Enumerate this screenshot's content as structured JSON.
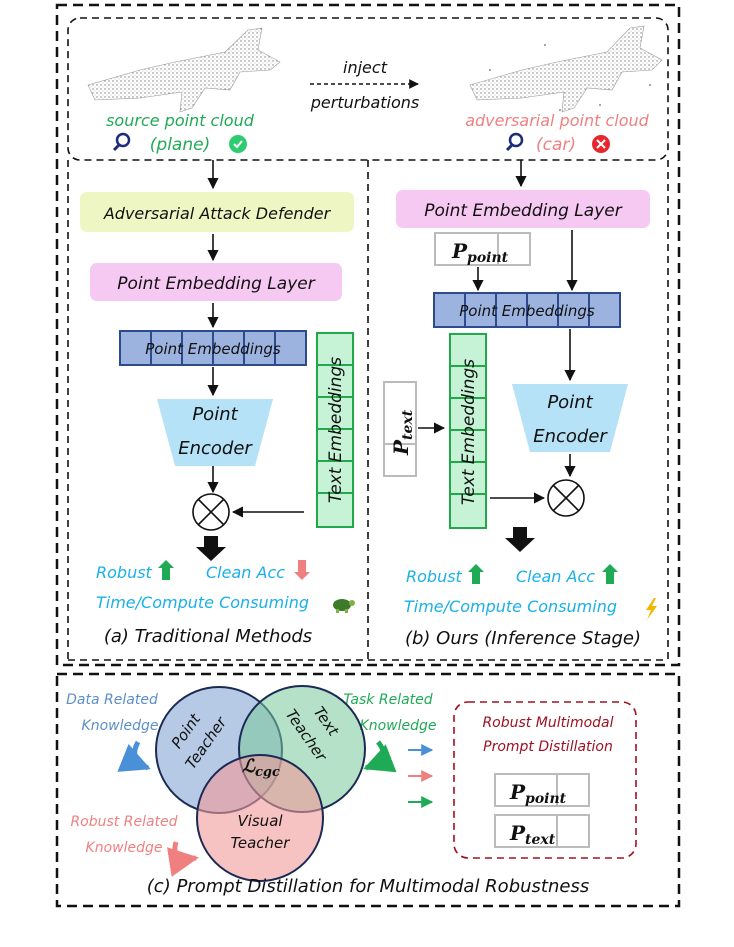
{
  "top": {
    "source_label": "source point cloud",
    "source_class": "(plane)",
    "inject_line1": "inject",
    "inject_line2": "perturbations",
    "adversarial_label": "adversarial point cloud",
    "adversarial_class": "(car)"
  },
  "left": {
    "defender": "Adversarial Attack Defender",
    "embedding_layer": "Point Embedding Layer",
    "point_embeddings": "Point Embeddings",
    "encoder_line1": "Point",
    "encoder_line2": "Encoder",
    "text_embeddings": "Text Embeddings",
    "robust": "Robust",
    "clean_acc": "Clean Acc",
    "time_compute": "Time/Compute Consuming",
    "caption": "(a) Traditional Methods"
  },
  "right": {
    "embedding_layer": "Point Embedding Layer",
    "p_point_main": "P",
    "p_point_sub": "point",
    "point_embeddings": "Point Embeddings",
    "p_text_main": "P",
    "p_text_sub": "text",
    "text_embeddings": "Text Embeddings",
    "encoder_line1": "Point",
    "encoder_line2": "Encoder",
    "robust": "Robust",
    "clean_acc": "Clean Acc",
    "time_compute": "Time/Compute Consuming",
    "caption": "(b) Ours (Inference Stage)"
  },
  "bottom": {
    "data_line1": "Data Related",
    "data_line2": "Knowledge",
    "task_line1": "Task Related",
    "task_line2": "Knowledge",
    "robust_line1": "Robust Related",
    "robust_line2": "Knowledge",
    "point_teacher_line1": "Point",
    "point_teacher_line2": "Teacher",
    "text_teacher_line1": "Text",
    "text_teacher_line2": "Teacher",
    "visual_teacher_line1": "Visual",
    "visual_teacher_line2": "Teacher",
    "loss_main": "ℒ",
    "loss_sub": "cgc",
    "distill_line1": "Robust Multimodal",
    "distill_line2": "Prompt Distillation",
    "p_point_main": "P",
    "p_point_sub": "point",
    "p_text_main": "P",
    "p_text_sub": "text",
    "caption": "(c) Prompt Distillation for Multimodal Robustness"
  },
  "colors": {
    "green": "#1faa55",
    "red": "#f08080",
    "cyan": "#1ab0e8",
    "blue_label": "#5b8fc9",
    "dark_red": "#a01020",
    "pink_box": "#f6c9f3",
    "yellow_box": "#eef7c4",
    "embed_blue": "#9cb3e0",
    "embed_border": "#2c4a8c",
    "text_embed_fill": "#c6f2d6",
    "text_embed_border": "#22a84a",
    "encoder_fill": "#b5e2f7"
  }
}
